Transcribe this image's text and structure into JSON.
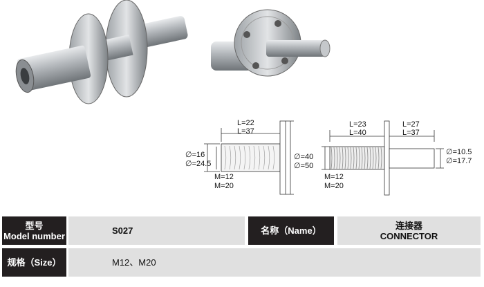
{
  "drawing_left": {
    "length_labels": [
      "L=22",
      "L=37"
    ],
    "inner_diameter_labels": [
      "∅=16",
      "∅=24.5"
    ],
    "thread_labels": [
      "M=12",
      "M=20"
    ],
    "plate_diameter_labels": [
      "∅=40",
      "∅=50"
    ]
  },
  "drawing_right": {
    "thread_length_labels": [
      "L=23",
      "L=40"
    ],
    "shaft_length_labels": [
      "L=27",
      "L=37"
    ],
    "shaft_diameter_labels": [
      "∅=10.5",
      "∅=17.7"
    ],
    "thread_labels": [
      "M=12",
      "M=20"
    ]
  },
  "table": {
    "model_header_cn": "型号",
    "model_header_en": "Model number",
    "model_value": "S027",
    "name_header": "名称（Name）",
    "name_value_cn": "连接器",
    "name_value_en": "CONNECTOR",
    "size_header": "规格（Size）",
    "size_value": "M12、M20"
  }
}
